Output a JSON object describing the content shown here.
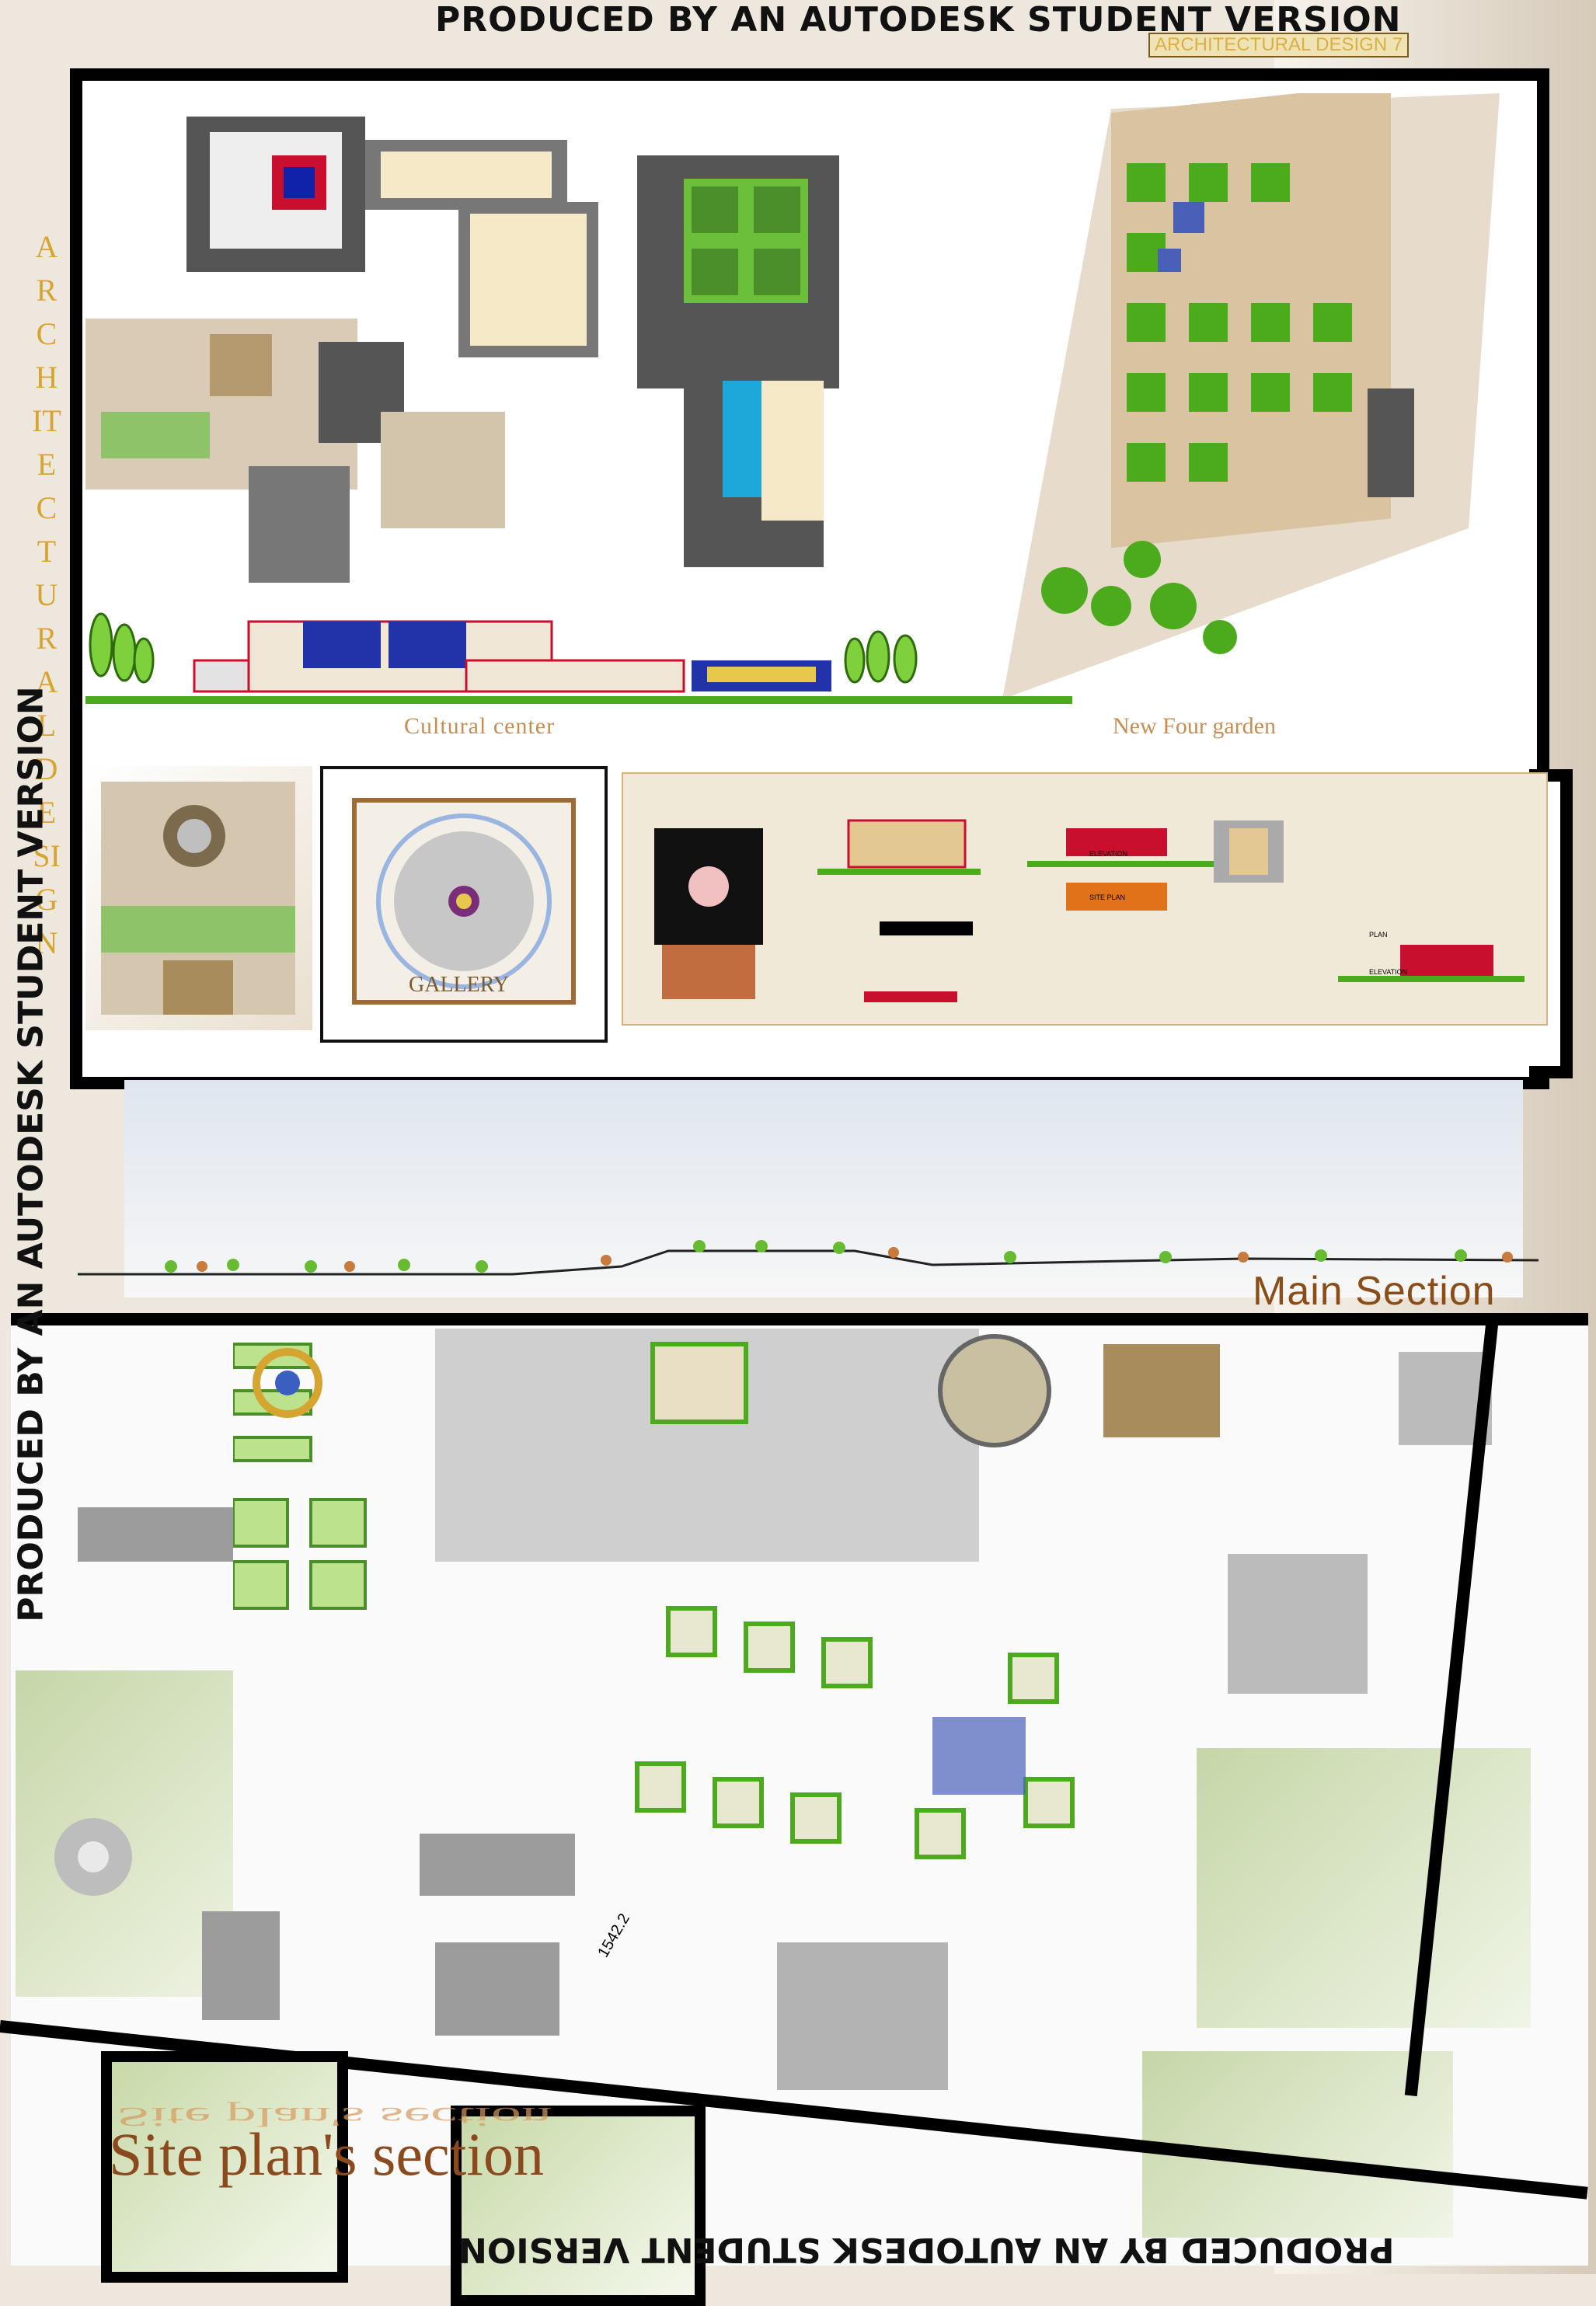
{
  "watermarks": {
    "top": "PRODUCED BY AN AUTODESK STUDENT VERSION",
    "left": "PRODUCED BY AN AUTODESK STUDENT VERSION",
    "bottom": "PRODUCED BY AN AUTODESK STUDENT VERSION"
  },
  "badge": "ARCHITECTURAL DESIGN 7",
  "vertical_title": "ARCHITECTURAL DESIGN",
  "labels": {
    "cultural_center": "Cultural center",
    "new_four_garden": "New  Four garden",
    "gallery": "GALLERY",
    "main_section": "Main Section",
    "site_plan_section": "Site plan's section",
    "elevation": "ELEVATION",
    "site_plan": "SITE PLAN",
    "plan": "PLAN",
    "elevation_2": "ELEVATION",
    "dimension": "1542.2"
  },
  "colors": {
    "frame": "#000000",
    "accent_gold": "#d6a431",
    "label_brown": "#c78d52",
    "grass": "#4cab1c",
    "roof_blue": "#2233aa",
    "roof_red": "#c8102e"
  }
}
